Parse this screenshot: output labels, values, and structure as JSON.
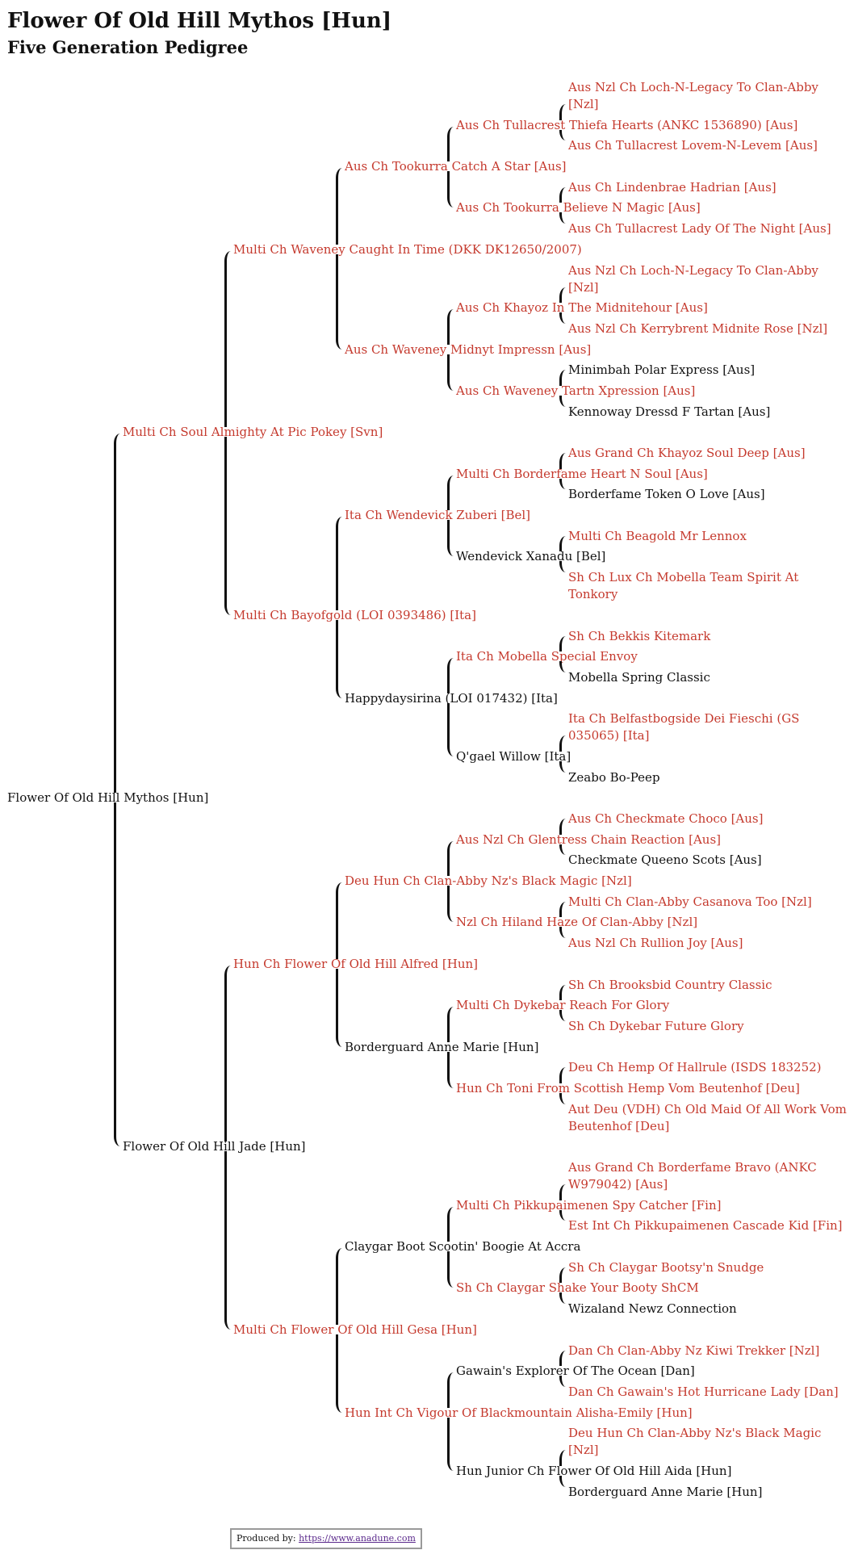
{
  "header": {
    "title": "Flower Of Old Hill Mythos [Hun]",
    "subtitle": "Five Generation Pedigree"
  },
  "colors": {
    "titled": "#c53a2e",
    "untitled": "#111111"
  },
  "pedigree": {
    "name": "Flower Of Old Hill Mythos [Hun]",
    "titled": false,
    "sire": {
      "name": "Multi Ch Soul Almighty At Pic Pokey [Svn]",
      "titled": true,
      "sire": {
        "name": "Multi Ch Waveney Caught In Time (DKK DK12650/2007)",
        "titled": true,
        "sire": {
          "name": "Aus Ch Tookurra Catch A Star [Aus]",
          "titled": true,
          "sire": {
            "name": "Aus Ch Tullacrest Thiefa Hearts (ANKC 1536890) [Aus]",
            "titled": true,
            "sire": {
              "name": "Aus Nzl Ch Loch-N-Legacy To Clan-Abby [Nzl]",
              "titled": true
            },
            "dam": {
              "name": "Aus Ch Tullacrest Lovem-N-Levem [Aus]",
              "titled": true
            }
          },
          "dam": {
            "name": "Aus Ch Tookurra Believe N Magic [Aus]",
            "titled": true,
            "sire": {
              "name": "Aus Ch Lindenbrae Hadrian [Aus]",
              "titled": true
            },
            "dam": {
              "name": "Aus Ch Tullacrest Lady Of The Night [Aus]",
              "titled": true
            }
          }
        },
        "dam": {
          "name": "Aus Ch Waveney Midnyt Impressn [Aus]",
          "titled": true,
          "sire": {
            "name": "Aus Ch Khayoz In The Midnitehour [Aus]",
            "titled": true,
            "sire": {
              "name": "Aus Nzl Ch Loch-N-Legacy To Clan-Abby [Nzl]",
              "titled": true
            },
            "dam": {
              "name": "Aus Nzl Ch Kerrybrent Midnite Rose [Nzl]",
              "titled": true
            }
          },
          "dam": {
            "name": "Aus Ch Waveney Tartn Xpression [Aus]",
            "titled": true,
            "sire": {
              "name": "Minimbah Polar Express [Aus]",
              "titled": false
            },
            "dam": {
              "name": "Kennoway Dressd F Tartan [Aus]",
              "titled": false
            }
          }
        }
      },
      "dam": {
        "name": "Multi Ch Bayofgold (LOI 0393486) [Ita]",
        "titled": true,
        "sire": {
          "name": "Ita Ch Wendevick Zuberi [Bel]",
          "titled": true,
          "sire": {
            "name": "Multi Ch Borderfame Heart N Soul [Aus]",
            "titled": true,
            "sire": {
              "name": "Aus Grand Ch Khayoz Soul Deep [Aus]",
              "titled": true
            },
            "dam": {
              "name": "Borderfame Token O Love [Aus]",
              "titled": false
            }
          },
          "dam": {
            "name": "Wendevick Xanadu [Bel]",
            "titled": false,
            "sire": {
              "name": "Multi Ch Beagold Mr Lennox",
              "titled": true
            },
            "dam": {
              "name": "Sh Ch Lux Ch Mobella Team Spirit At Tonkory",
              "titled": true
            }
          }
        },
        "dam": {
          "name": "Happydaysirina (LOI 017432) [Ita]",
          "titled": false,
          "sire": {
            "name": "Ita Ch Mobella Special Envoy",
            "titled": true,
            "sire": {
              "name": "Sh Ch Bekkis Kitemark",
              "titled": true
            },
            "dam": {
              "name": "Mobella Spring Classic",
              "titled": false
            }
          },
          "dam": {
            "name": "Q'gael Willow [Ita]",
            "titled": false,
            "sire": {
              "name": "Ita Ch Belfastbogside Dei Fieschi (GS 035065) [Ita]",
              "titled": true
            },
            "dam": {
              "name": "Zeabo Bo-Peep",
              "titled": false
            }
          }
        }
      }
    },
    "dam": {
      "name": "Flower Of Old Hill Jade [Hun]",
      "titled": false,
      "sire": {
        "name": "Hun Ch Flower Of Old Hill Alfred [Hun]",
        "titled": true,
        "sire": {
          "name": "Deu Hun Ch Clan-Abby Nz's Black Magic [Nzl]",
          "titled": true,
          "sire": {
            "name": "Aus Nzl Ch Glentress Chain Reaction [Aus]",
            "titled": true,
            "sire": {
              "name": "Aus Ch Checkmate Choco [Aus]",
              "titled": true
            },
            "dam": {
              "name": "Checkmate Queeno Scots [Aus]",
              "titled": false
            }
          },
          "dam": {
            "name": "Nzl Ch Hiland Haze Of Clan-Abby [Nzl]",
            "titled": true,
            "sire": {
              "name": "Multi Ch Clan-Abby Casanova Too [Nzl]",
              "titled": true
            },
            "dam": {
              "name": "Aus Nzl Ch Rullion Joy [Aus]",
              "titled": true
            }
          }
        },
        "dam": {
          "name": "Borderguard Anne Marie [Hun]",
          "titled": false,
          "sire": {
            "name": "Multi Ch Dykebar Reach For Glory",
            "titled": true,
            "sire": {
              "name": "Sh Ch Brooksbid Country Classic",
              "titled": true
            },
            "dam": {
              "name": "Sh Ch Dykebar Future Glory",
              "titled": true
            }
          },
          "dam": {
            "name": "Hun Ch Toni From Scottish Hemp Vom Beutenhof [Deu]",
            "titled": true,
            "sire": {
              "name": "Deu Ch Hemp Of Hallrule (ISDS 183252)",
              "titled": true
            },
            "dam": {
              "name": "Aut Deu (VDH) Ch Old Maid Of All Work Vom Beutenhof [Deu]",
              "titled": true
            }
          }
        }
      },
      "dam": {
        "name": "Multi Ch Flower Of Old Hill Gesa [Hun]",
        "titled": true,
        "sire": {
          "name": "Claygar Boot Scootin' Boogie At Accra",
          "titled": false,
          "sire": {
            "name": "Multi Ch Pikkupaimenen Spy Catcher [Fin]",
            "titled": true,
            "sire": {
              "name": "Aus Grand Ch Borderfame Bravo (ANKC W979042) [Aus]",
              "titled": true
            },
            "dam": {
              "name": "Est Int Ch Pikkupaimenen Cascade Kid [Fin]",
              "titled": true
            }
          },
          "dam": {
            "name": "Sh Ch Claygar Shake Your Booty ShCM",
            "titled": true,
            "sire": {
              "name": "Sh Ch Claygar Bootsy'n Snudge",
              "titled": true
            },
            "dam": {
              "name": "Wizaland Newz Connection",
              "titled": false
            }
          }
        },
        "dam": {
          "name": "Hun Int Ch Vigour Of Blackmountain Alisha-Emily [Hun]",
          "titled": true,
          "sire": {
            "name": "Gawain's Explorer Of The Ocean [Dan]",
            "titled": false,
            "sire": {
              "name": "Dan Ch Clan-Abby Nz Kiwi Trekker [Nzl]",
              "titled": true
            },
            "dam": {
              "name": "Dan Ch Gawain's Hot Hurricane Lady [Dan]",
              "titled": true
            }
          },
          "dam": {
            "name": "Hun Junior Ch Flower Of Old Hill Aida [Hun]",
            "titled": false,
            "sire": {
              "name": "Deu Hun Ch Clan-Abby Nz's Black Magic [Nzl]",
              "titled": true
            },
            "dam": {
              "name": "Borderguard Anne Marie [Hun]",
              "titled": false
            }
          }
        }
      }
    }
  },
  "footer": {
    "label": "Produced by:",
    "link_text": "https://www.anadune.com"
  }
}
